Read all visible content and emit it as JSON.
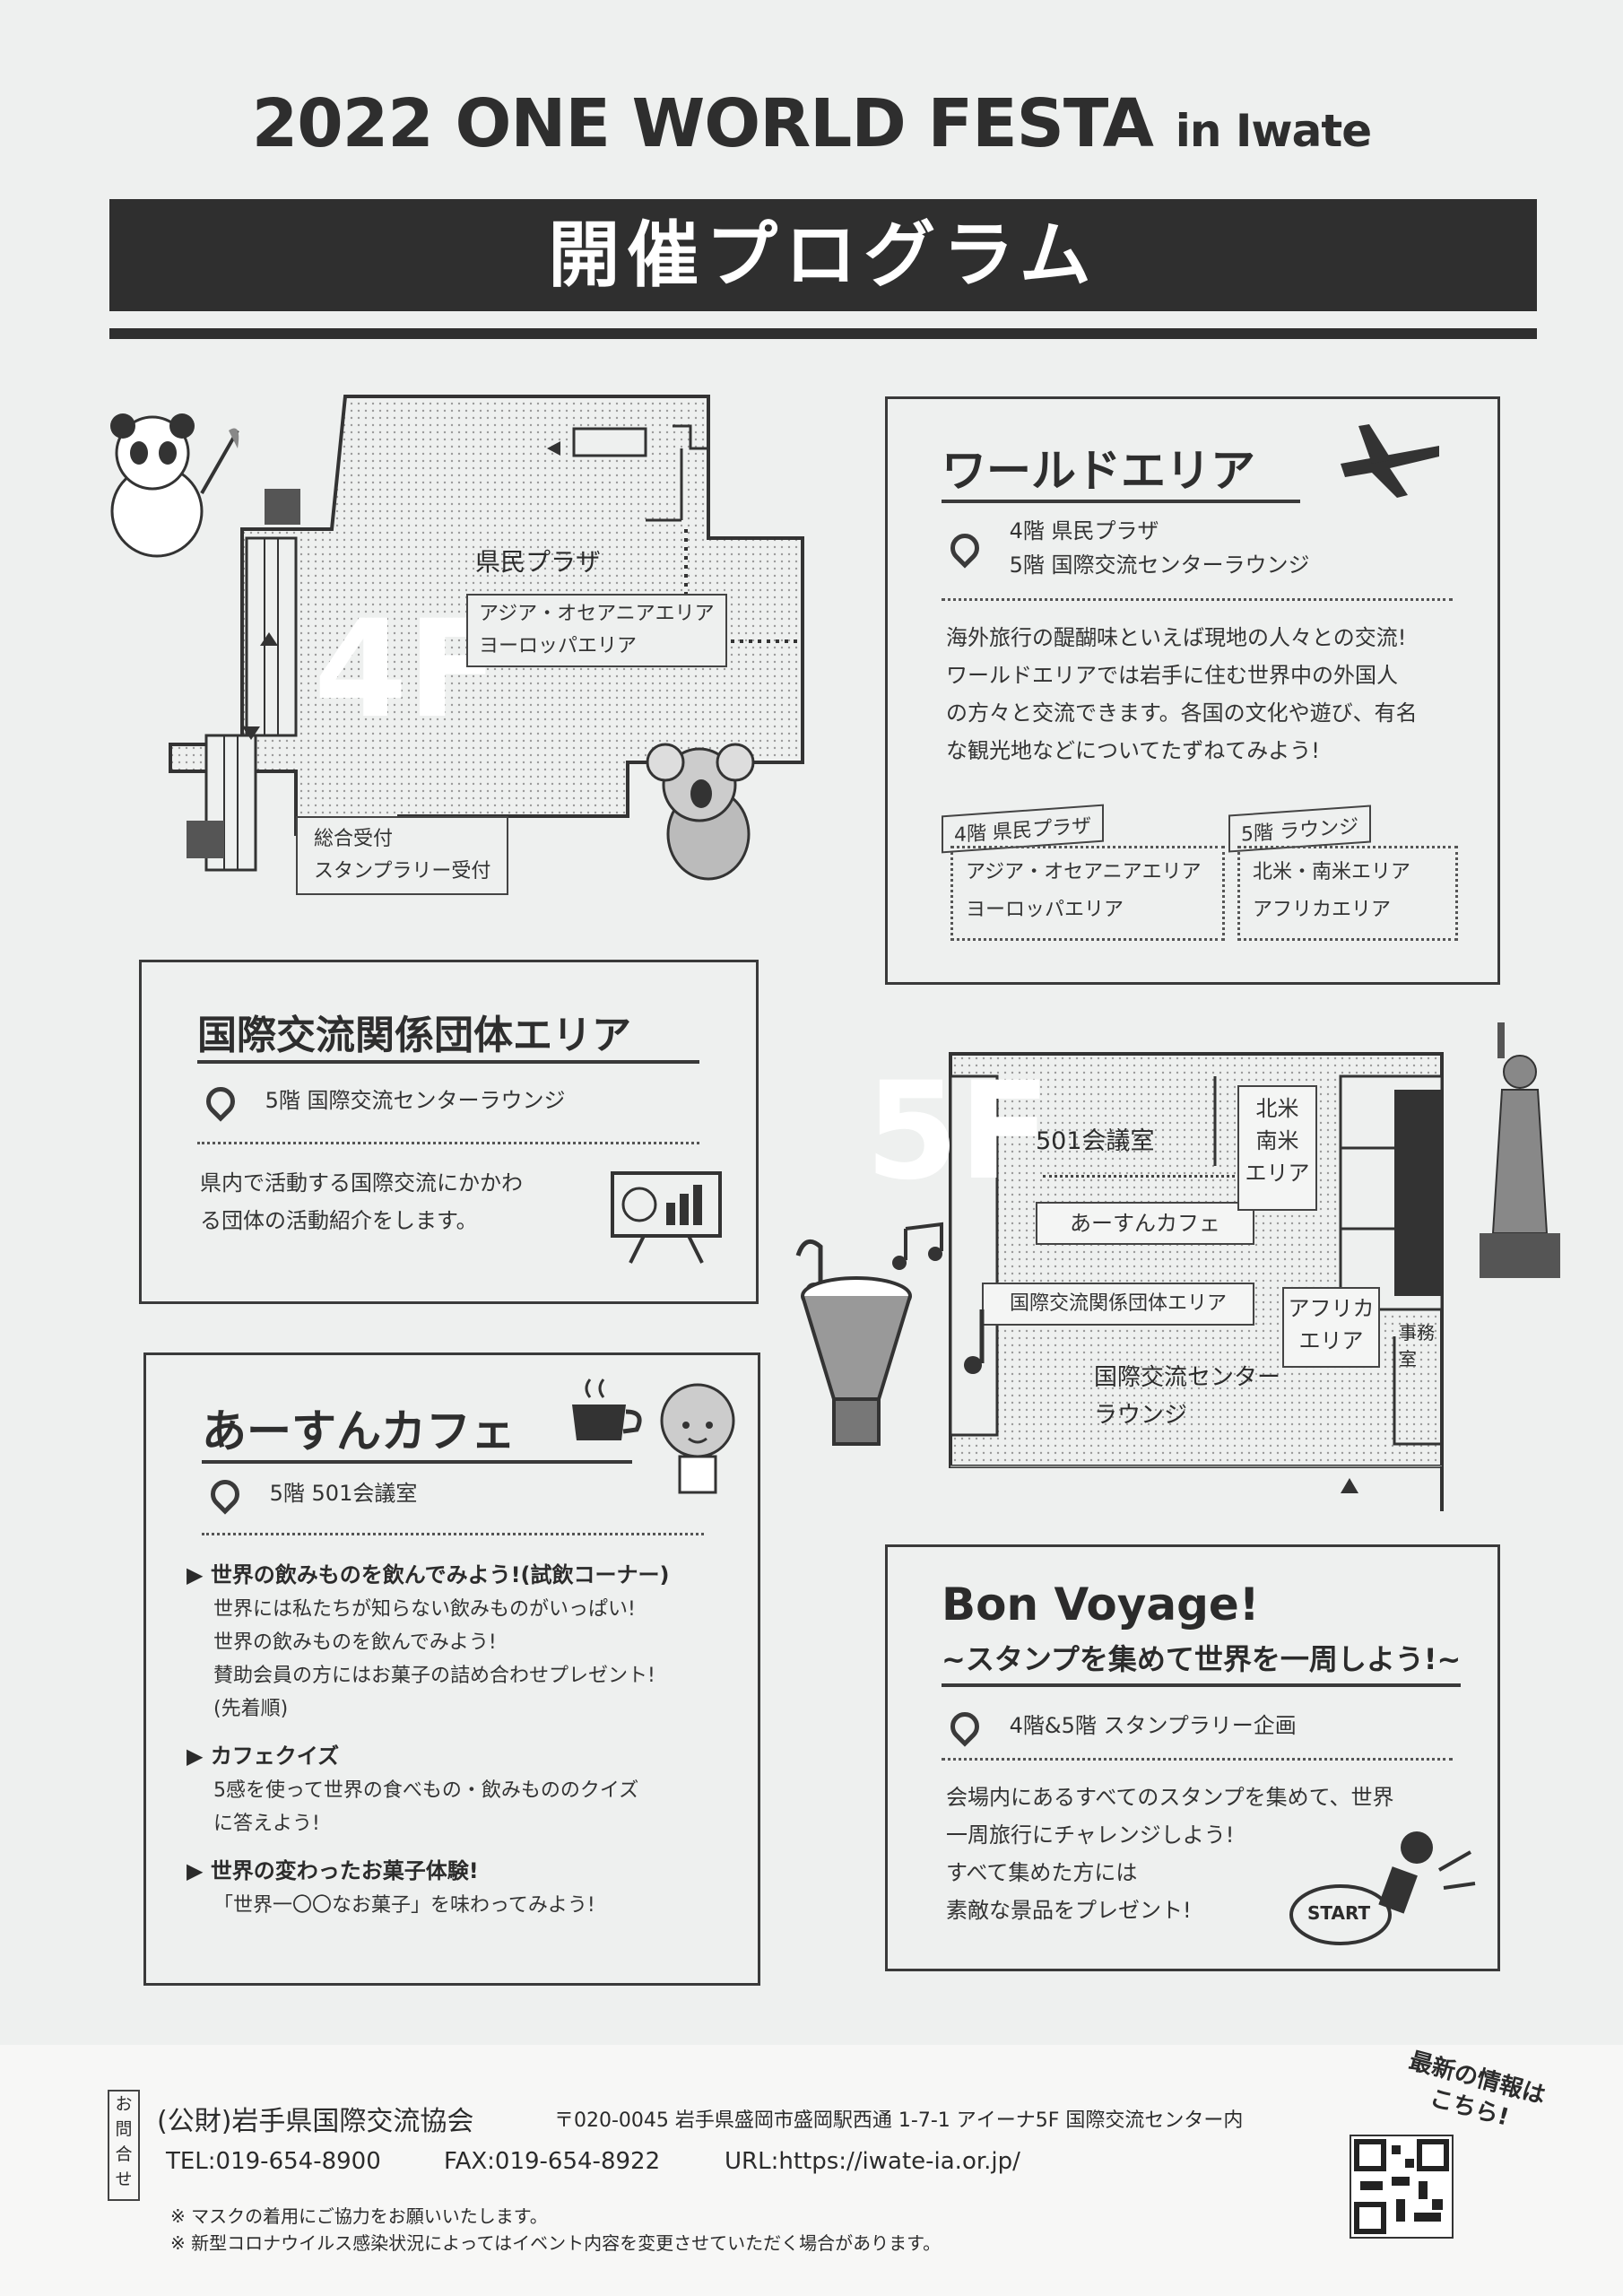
{
  "header": {
    "title_main": "2022 ONE WORLD FESTA",
    "title_suffix": "in Iwate",
    "banner": "開催プログラム"
  },
  "floor4": {
    "floor_label": "4F",
    "plaza_label": "県民プラザ",
    "area_label_1": "アジア・オセアニアエリア",
    "area_label_2": "ヨーロッパエリア",
    "reception_1": "総合受付",
    "reception_2": "スタンプラリー受付"
  },
  "world_area": {
    "title": "ワールドエリア",
    "loc_1": "4階 県民プラザ",
    "loc_2": "5階 国際交流センターラウンジ",
    "desc": [
      "海外旅行の醍醐味といえば現地の人々との交流!",
      "ワールドエリアでは岩手に住む世界中の外国人",
      "の方々と交流できます。各国の文化や遊び、有名",
      "な観光地などについてたずねてみよう!"
    ],
    "tag_4f": "4階 県民プラザ",
    "tag_4f_items": [
      "アジア・オセアニアエリア",
      "ヨーロッパエリア"
    ],
    "tag_5f": "5階 ラウンジ",
    "tag_5f_items": [
      "北米・南米エリア",
      "アフリカエリア"
    ]
  },
  "intl_org_area": {
    "title": "国際交流関係団体エリア",
    "loc": "5階 国際交流センターラウンジ",
    "desc": [
      "県内で活動する国際交流にかかわ",
      "る団体の活動紹介をします。"
    ]
  },
  "floor5": {
    "floor_label": "5F",
    "room_501": "501会議室",
    "cafe": "あーすんカフェ",
    "org_area": "国際交流関係団体エリア",
    "america": [
      "北米",
      "南米",
      "エリア"
    ],
    "africa": [
      "アフリカ",
      "エリア"
    ],
    "office": "事務室",
    "lounge": [
      "国際交流センター",
      "ラウンジ"
    ]
  },
  "cafe": {
    "title": "あーすんカフェ",
    "loc": "5階 501会議室",
    "item1_head": "世界の飲みものを飲んでみよう!(試飲コーナー)",
    "item1_lines": [
      "世界には私たちが知らない飲みものがいっぱい!",
      "世界の飲みものを飲んでみよう!",
      "賛助会員の方にはお菓子の詰め合わせプレゼント!",
      "(先着順)"
    ],
    "item2_head": "カフェクイズ",
    "item2_lines": [
      "5感を使って世界の食べもの・飲みもののクイズ",
      "に答えよう!"
    ],
    "item3_head": "世界の変わったお菓子体験!",
    "item3_lines": [
      "「世界一〇〇なお菓子」を味わってみよう!"
    ]
  },
  "bon_voyage": {
    "title": "Bon Voyage!",
    "subtitle": "~スタンプを集めて世界を一周しよう!~",
    "loc": "4階&5階 スタンプラリー企画",
    "desc": [
      "会場内にあるすべてのスタンプを集めて、世界",
      "一周旅行にチャレンジしよう!",
      "すべて集めた方には",
      "素敵な景品をプレゼント!"
    ],
    "stamp_text": "START"
  },
  "footer": {
    "contact_label": [
      "お",
      "問",
      "合",
      "せ"
    ],
    "org": "(公財)岩手県国際交流協会",
    "address": "〒020-0045 岩手県盛岡市盛岡駅西通 1-7-1 アイーナ5F 国際交流センター内",
    "tel": "TEL:019-654-8900",
    "fax": "FAX:019-654-8922",
    "url": "URL:https://iwate-ia.or.jp/",
    "qr_caption_1": "最新の情報は",
    "qr_caption_2": "こちら!",
    "note_1": "※ マスクの着用にご協力をお願いいたします。",
    "note_2": "※ 新型コロナウイルス感染状況によってはイベント内容を変更させていただく場合があります。"
  }
}
